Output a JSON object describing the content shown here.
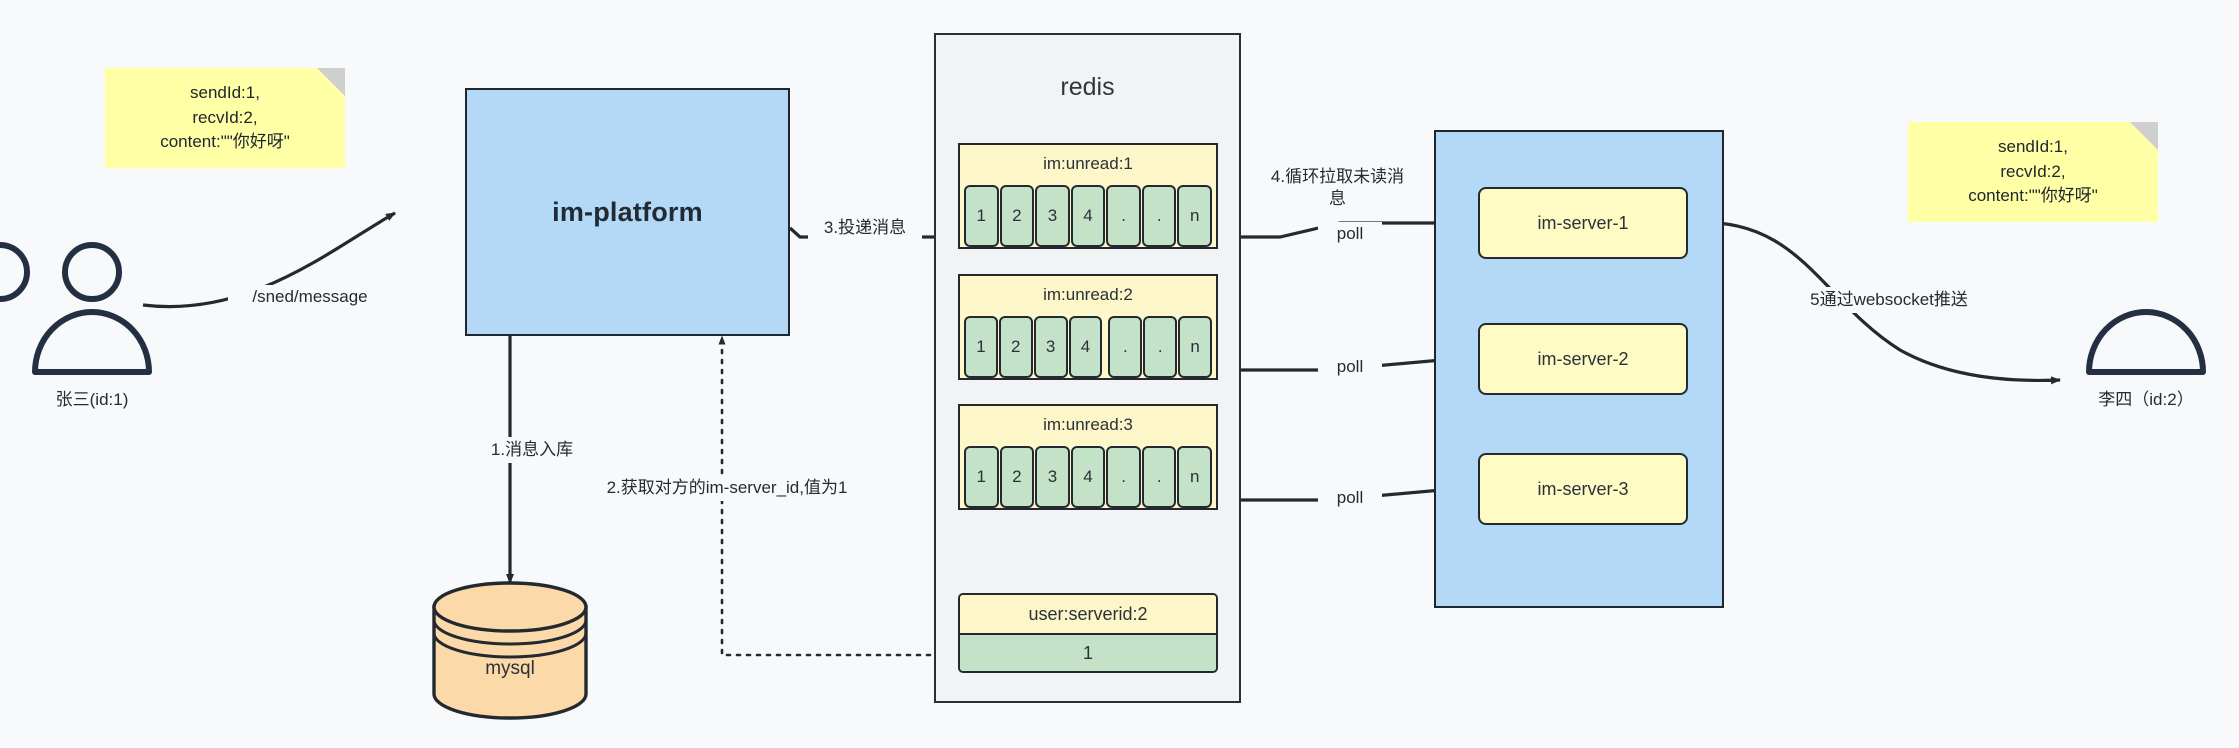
{
  "diagram": {
    "title": "IM message delivery architecture",
    "colors": {
      "sticky": "#ffffa6",
      "blue_box": "#b3d9f7",
      "redis_container": "#f2f3f4",
      "list_header": "#fdf6c8",
      "list_cell": "#c3e2c8",
      "server_box": "#fffbc4",
      "mysql": "#fcd9a8",
      "stroke": "#24292f",
      "background": "#f8f9fa"
    }
  },
  "notes": {
    "left": {
      "line1": "sendId:1,",
      "line2": "recvId:2,",
      "line3": "content:\"\"你好呀\""
    },
    "right": {
      "line1": "sendId:1,",
      "line2": "recvId:2,",
      "line3": "content:\"\"你好呀\""
    }
  },
  "actors": {
    "sender": {
      "label": "张三(id:1)",
      "icon": "user-icon"
    },
    "receiver": {
      "label": "李四（id:2）",
      "icon": "user-icon"
    }
  },
  "nodes": {
    "platform": {
      "label": "im-platform"
    },
    "mysql": {
      "label": "mysql",
      "icon": "database-cylinder-icon"
    },
    "redis": {
      "title": "redis"
    },
    "server_group": {
      "servers": [
        {
          "label": "im-server-1"
        },
        {
          "label": "im-server-2"
        },
        {
          "label": "im-server-3"
        }
      ]
    }
  },
  "redis_keys": [
    {
      "key": "im:unread:1",
      "cells": [
        "1",
        "2",
        "3",
        "4",
        ".",
        ".",
        "n"
      ]
    },
    {
      "key": "im:unread:2",
      "cells": [
        "1",
        "2",
        "3",
        "4",
        ".",
        ".",
        "n"
      ]
    },
    {
      "key": "im:unread:3",
      "cells": [
        "1",
        "2",
        "3",
        "4",
        ".",
        ".",
        "n"
      ]
    }
  ],
  "redis_kv": {
    "key": "user:serverid:2",
    "value": "1"
  },
  "edges": {
    "send_message": "/sned/message",
    "step1": "1.消息入库",
    "step2": "2.获取对方的im-server_id,值为1",
    "step3": "3.投递消息",
    "step4": "4.循环拉取未读消\n息",
    "poll_1": "poll",
    "poll_2": "poll",
    "poll_3": "poll",
    "step5": "5通过websocket推送"
  }
}
